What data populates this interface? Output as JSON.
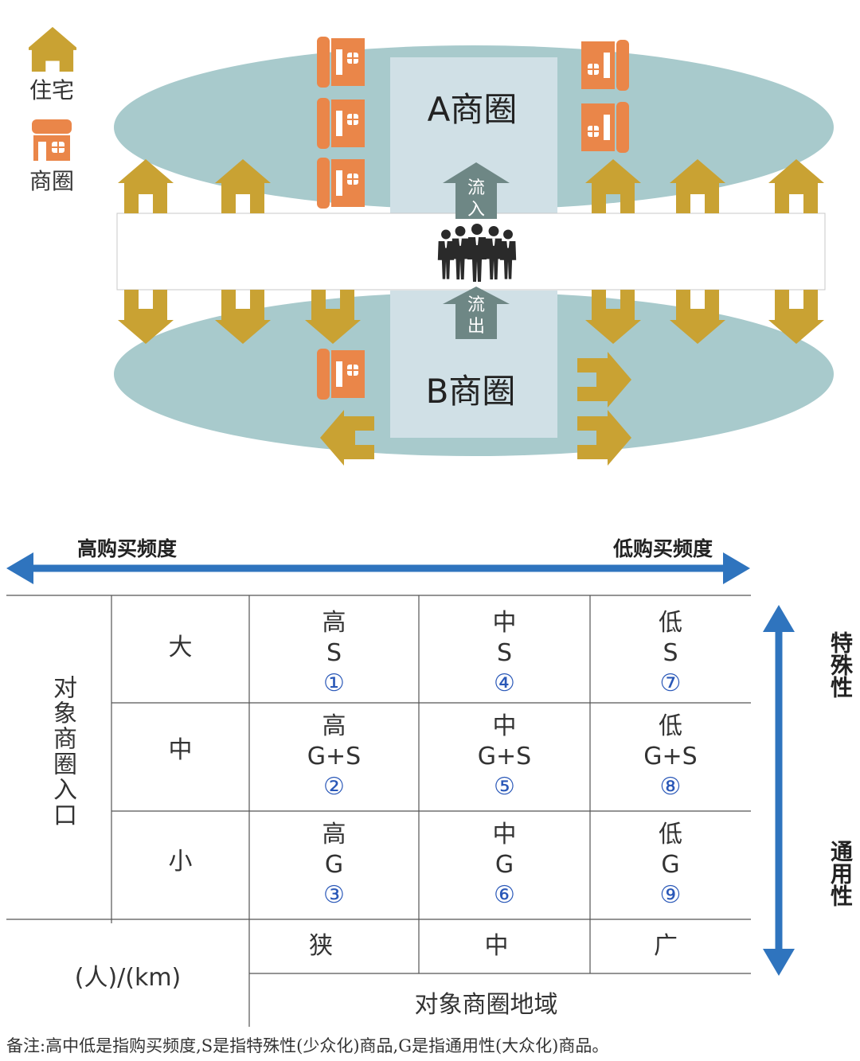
{
  "legend": {
    "residence_label": "住宅",
    "district_label": "商圈"
  },
  "diagram": {
    "district_a_label": "A商圈",
    "district_b_label": "B商圈",
    "inflow_label": "流入",
    "outflow_label": "流出"
  },
  "colors": {
    "house": "#c9a233",
    "shop": "#ea8649",
    "ellipse": "#a8cacc",
    "center_block": "#d0e0e6",
    "arrow_gray": "#6e8785",
    "blue_arrow": "#2f74be",
    "circle_digit": "#2a58b8"
  },
  "matrix": {
    "freq_left": "高购买频度",
    "freq_right": "低购买频度",
    "row_header": "对象商圈入口",
    "rows": [
      "大",
      "中",
      "小"
    ],
    "cells": [
      [
        {
          "freq": "高",
          "type": "S",
          "num": "①"
        },
        {
          "freq": "中",
          "type": "S",
          "num": "④"
        },
        {
          "freq": "低",
          "type": "S",
          "num": "⑦"
        }
      ],
      [
        {
          "freq": "高",
          "type": "G+S",
          "num": "②"
        },
        {
          "freq": "中",
          "type": "G+S",
          "num": "⑤"
        },
        {
          "freq": "低",
          "type": "G+S",
          "num": "⑧"
        }
      ],
      [
        {
          "freq": "高",
          "type": "G",
          "num": "③"
        },
        {
          "freq": "中",
          "type": "G",
          "num": "⑥"
        },
        {
          "freq": "低",
          "type": "G",
          "num": "⑨"
        }
      ]
    ],
    "col_footers": [
      "狭",
      "中",
      "广"
    ],
    "unit_label": "(人)/(km)",
    "area_label": "对象商圈地域",
    "special_label": "特殊性",
    "general_label": "通用性"
  },
  "note": "备注:高中低是指购买频度,S是指特殊性(少众化)商品,G是指通用性(大众化)商品。"
}
